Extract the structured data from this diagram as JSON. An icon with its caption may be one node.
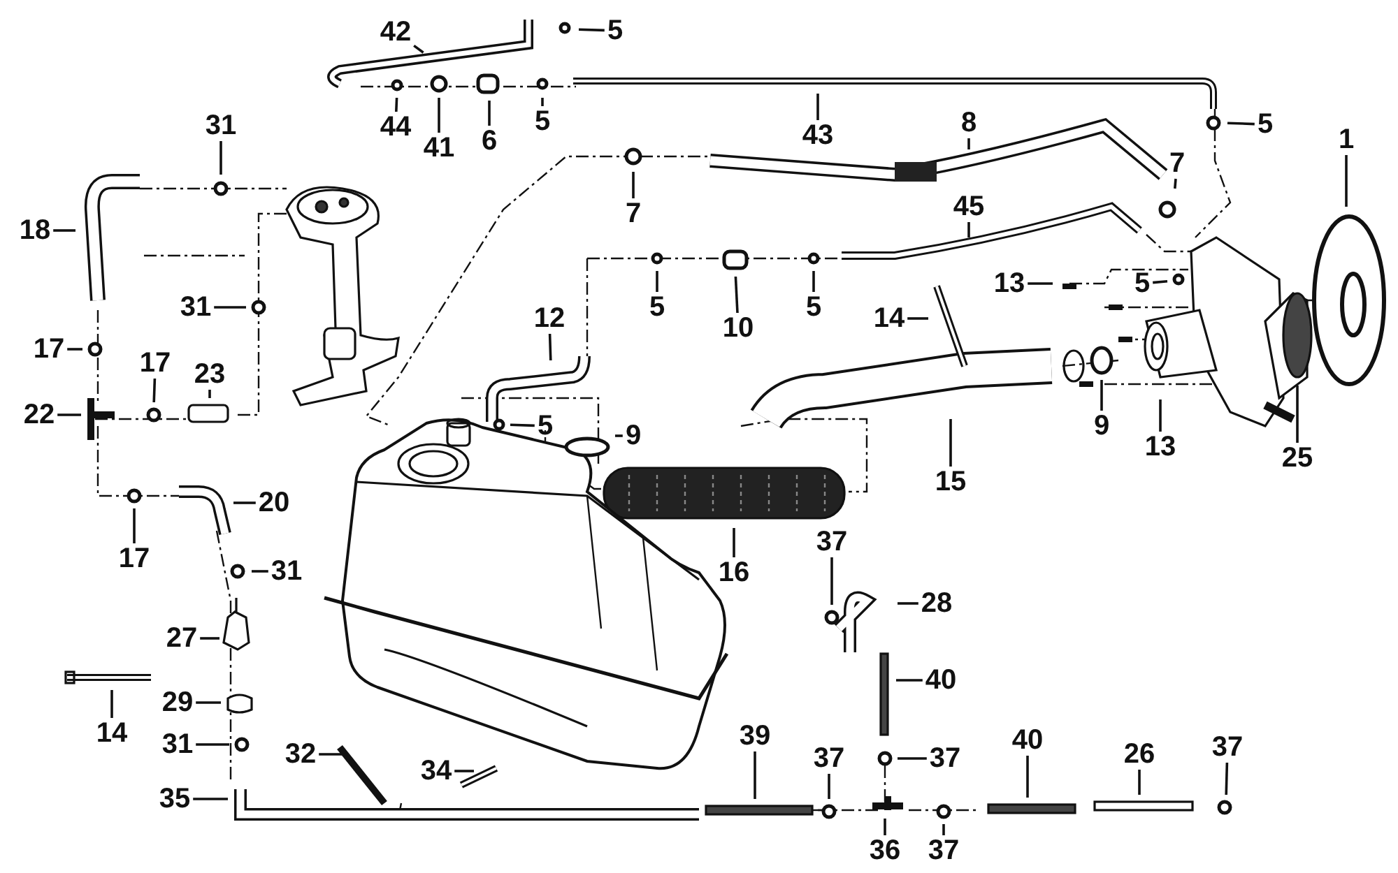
{
  "diagram": {
    "nodes": [
      {
        "text": [
          "42"
        ]
      },
      {
        "text": [
          "5"
        ]
      },
      {
        "text": [
          "44"
        ]
      },
      {
        "text": [
          "41"
        ]
      },
      {
        "text": [
          "6"
        ]
      },
      {
        "text": [
          "5"
        ]
      },
      {
        "text": [
          "43"
        ]
      },
      {
        "text": [
          "5"
        ]
      },
      {
        "text": [
          "8"
        ]
      },
      {
        "text": [
          "1"
        ]
      },
      {
        "text": [
          "31"
        ]
      },
      {
        "text": [
          "18"
        ]
      },
      {
        "text": [
          "7"
        ]
      },
      {
        "text": [
          "7"
        ]
      },
      {
        "text": [
          "45"
        ]
      },
      {
        "text": [
          "31"
        ]
      },
      {
        "text": [
          "5"
        ]
      },
      {
        "text": [
          "10"
        ]
      },
      {
        "text": [
          "5"
        ]
      },
      {
        "text": [
          "13"
        ]
      },
      {
        "text": [
          "5"
        ]
      },
      {
        "text": [
          "14"
        ]
      },
      {
        "text": [
          "12"
        ]
      },
      {
        "text": [
          "17"
        ]
      },
      {
        "text": [
          "17"
        ]
      },
      {
        "text": [
          "23"
        ]
      },
      {
        "text": [
          "22"
        ]
      },
      {
        "text": [
          "5"
        ]
      },
      {
        "text": [
          "9"
        ]
      },
      {
        "text": [
          "9"
        ]
      },
      {
        "text": [
          "13"
        ]
      },
      {
        "text": [
          "25"
        ]
      },
      {
        "text": [
          "15"
        ]
      },
      {
        "text": [
          "16"
        ]
      },
      {
        "text": [
          "17"
        ]
      },
      {
        "text": [
          "20"
        ]
      },
      {
        "text": [
          "31"
        ]
      },
      {
        "text": [
          "37"
        ]
      },
      {
        "text": [
          "28"
        ]
      },
      {
        "text": [
          "27"
        ]
      },
      {
        "text": [
          "40"
        ]
      },
      {
        "text": [
          "29"
        ]
      },
      {
        "text": [
          "14"
        ]
      },
      {
        "text": [
          "31"
        ]
      },
      {
        "text": [
          "32"
        ]
      },
      {
        "text": [
          "34"
        ]
      },
      {
        "text": [
          "39"
        ]
      },
      {
        "text": [
          "37"
        ]
      },
      {
        "text": [
          "37"
        ]
      },
      {
        "text": [
          "40"
        ]
      },
      {
        "text": [
          "26"
        ]
      },
      {
        "text": [
          "37"
        ]
      },
      {
        "text": [
          "35"
        ]
      },
      {
        "text": [
          "36"
        ]
      },
      {
        "text": [
          "37"
        ]
      }
    ],
    "edges": [
      {
        "from": 0,
        "to": null,
        "arrow": "none"
      },
      {
        "from": 1,
        "to": null,
        "arrow": "none"
      },
      {
        "from": 2,
        "to": null,
        "arrow": "none"
      },
      {
        "from": 3,
        "to": null,
        "arrow": "none"
      },
      {
        "from": 4,
        "to": null,
        "arrow": "none"
      },
      {
        "from": 5,
        "to": null,
        "arrow": "none"
      },
      {
        "from": 6,
        "to": null,
        "arrow": "none"
      },
      {
        "from": 7,
        "to": null,
        "arrow": "none"
      },
      {
        "from": 8,
        "to": null,
        "arrow": "none"
      },
      {
        "from": 9,
        "to": null,
        "arrow": "none"
      },
      {
        "from": 10,
        "to": null,
        "arrow": "none"
      },
      {
        "from": 11,
        "to": null,
        "arrow": "none"
      },
      {
        "from": 12,
        "to": null,
        "arrow": "none"
      },
      {
        "from": 13,
        "to": null,
        "arrow": "none"
      },
      {
        "from": 14,
        "to": null,
        "arrow": "none"
      },
      {
        "from": 15,
        "to": null,
        "arrow": "none"
      },
      {
        "from": 16,
        "to": null,
        "arrow": "none"
      },
      {
        "from": 17,
        "to": null,
        "arrow": "none"
      },
      {
        "from": 18,
        "to": null,
        "arrow": "none"
      },
      {
        "from": 19,
        "to": null,
        "arrow": "none"
      },
      {
        "from": 20,
        "to": null,
        "arrow": "none"
      },
      {
        "from": 21,
        "to": null,
        "arrow": "none"
      },
      {
        "from": 22,
        "to": null,
        "arrow": "none"
      },
      {
        "from": 23,
        "to": null,
        "arrow": "none"
      },
      {
        "from": 24,
        "to": null,
        "arrow": "none"
      },
      {
        "from": 25,
        "to": null,
        "arrow": "none"
      },
      {
        "from": 26,
        "to": null,
        "arrow": "none"
      },
      {
        "from": 27,
        "to": null,
        "arrow": "none"
      },
      {
        "from": 28,
        "to": null,
        "arrow": "none"
      },
      {
        "from": 29,
        "to": null,
        "arrow": "none"
      },
      {
        "from": 30,
        "to": null,
        "arrow": "none"
      },
      {
        "from": 31,
        "to": null,
        "arrow": "none"
      },
      {
        "from": 32,
        "to": null,
        "arrow": "none"
      },
      {
        "from": 33,
        "to": null,
        "arrow": "none"
      },
      {
        "from": 34,
        "to": null,
        "arrow": "none"
      },
      {
        "from": 35,
        "to": null,
        "arrow": "none"
      },
      {
        "from": 36,
        "to": null,
        "arrow": "none"
      },
      {
        "from": 37,
        "to": null,
        "arrow": "none"
      },
      {
        "from": 38,
        "to": null,
        "arrow": "none"
      },
      {
        "from": 39,
        "to": null,
        "arrow": "none"
      },
      {
        "from": 40,
        "to": null,
        "arrow": "none"
      },
      {
        "from": 41,
        "to": null,
        "arrow": "none"
      },
      {
        "from": 42,
        "to": null,
        "arrow": "none"
      },
      {
        "from": 43,
        "to": null,
        "arrow": "none"
      },
      {
        "from": 44,
        "to": null,
        "arrow": "none"
      },
      {
        "from": 45,
        "to": null,
        "arrow": "none"
      },
      {
        "from": 46,
        "to": null,
        "arrow": "none"
      },
      {
        "from": 47,
        "to": null,
        "arrow": "none"
      },
      {
        "from": 48,
        "to": null,
        "arrow": "none"
      },
      {
        "from": 49,
        "to": null,
        "arrow": "none"
      },
      {
        "from": 50,
        "to": null,
        "arrow": "none"
      },
      {
        "from": 51,
        "to": null,
        "arrow": "none"
      },
      {
        "from": 52,
        "to": null,
        "arrow": "none"
      },
      {
        "from": 53,
        "to": null,
        "arrow": "none"
      },
      {
        "from": 54,
        "to": null,
        "arrow": "none"
      }
    ]
  }
}
